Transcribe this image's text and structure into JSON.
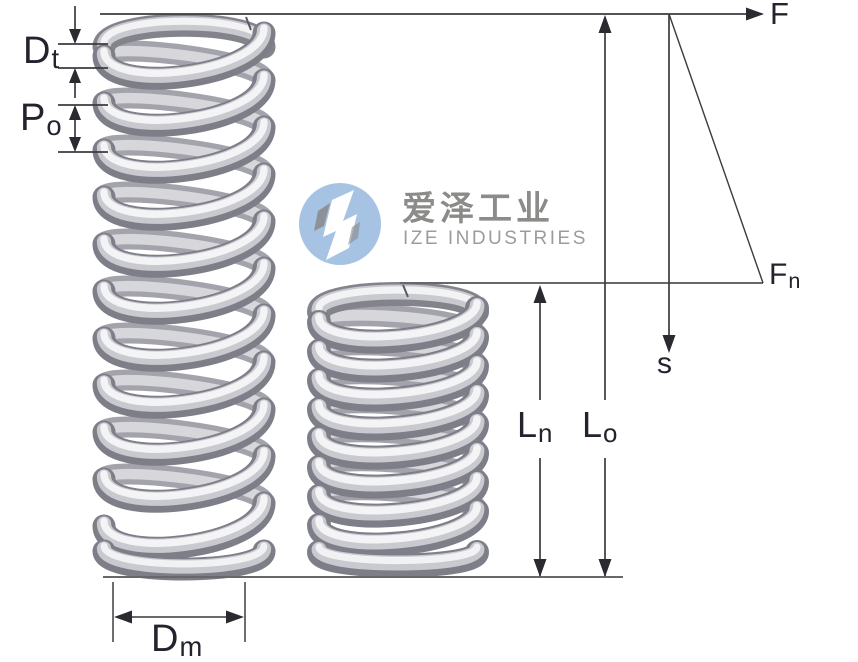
{
  "watermark": {
    "brand_cn": "爱泽工业",
    "brand_en": "IZE INDUSTRIES",
    "logo_color": "#a6c3e3"
  },
  "labels": {
    "wire_diameter": {
      "base": "D",
      "sub": "t"
    },
    "initial_pitch": {
      "base": "P",
      "sub": "o"
    },
    "force_axis": {
      "base": "F"
    },
    "force_at_n": {
      "base": "F",
      "sub": "n"
    },
    "deflection_axis": {
      "base": "s"
    },
    "loaded_length": {
      "base": "L",
      "sub": "n"
    },
    "free_length": {
      "base": "L",
      "sub": "o"
    },
    "mean_diameter": {
      "base": "D",
      "sub": "m"
    }
  },
  "colors": {
    "dimension_line": "#3b3b40",
    "gray_line": "#67676c",
    "label_text": "#23232e",
    "logo_blue": "#a6c3e3",
    "brand_gray": "#8b8b89"
  }
}
